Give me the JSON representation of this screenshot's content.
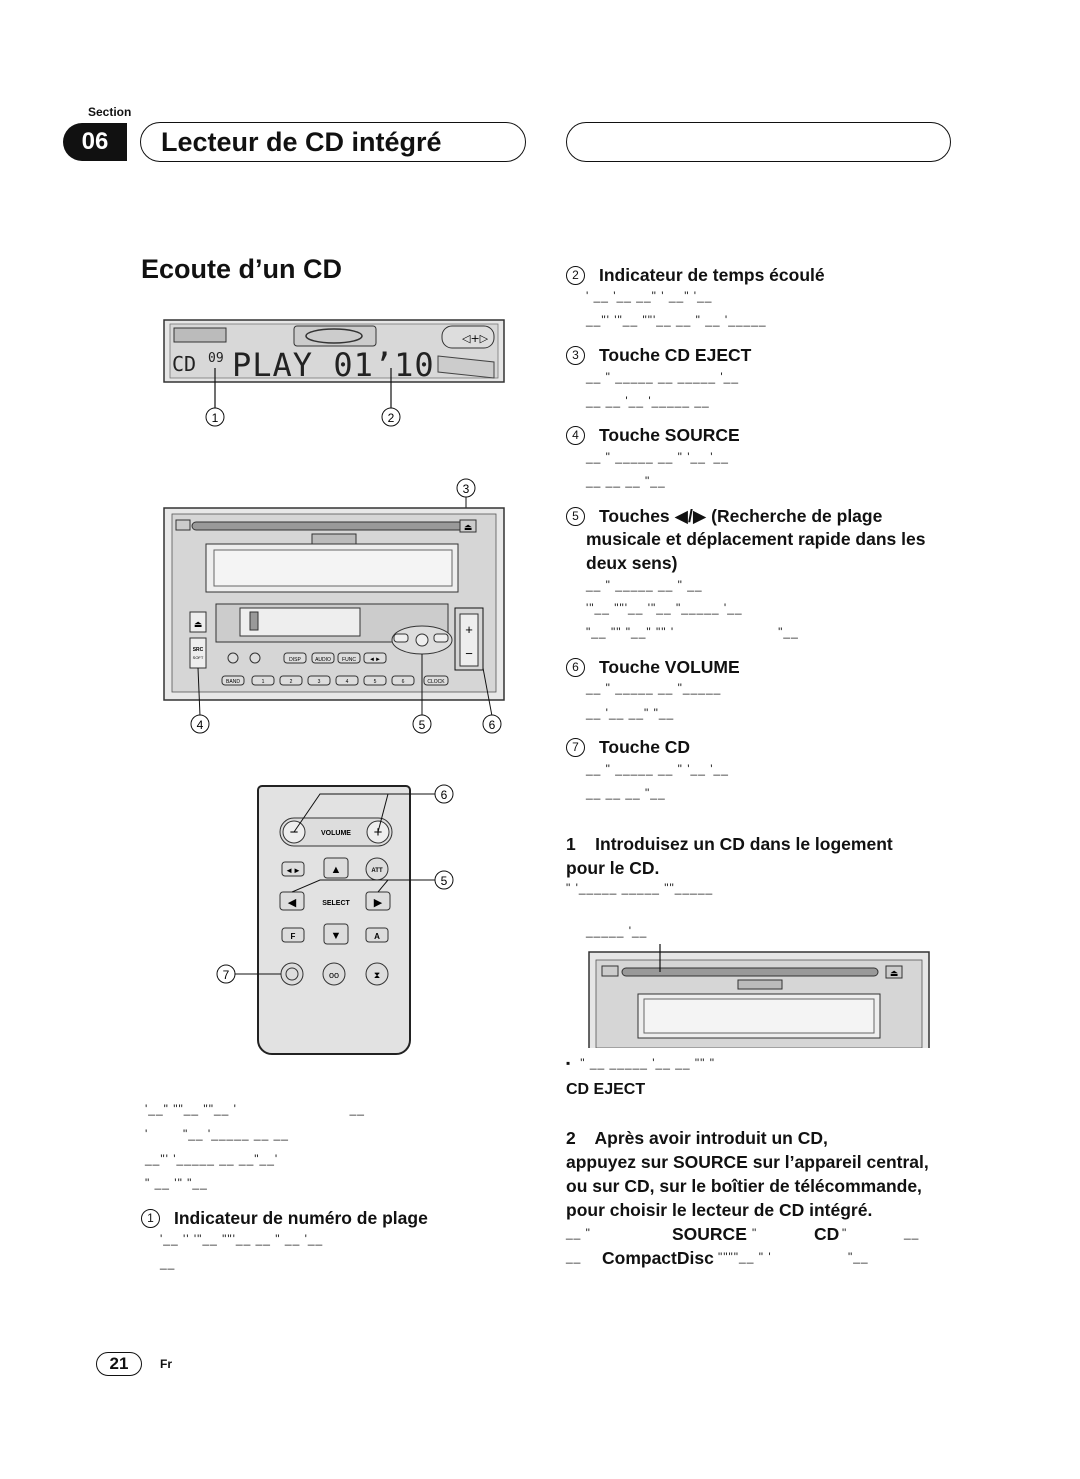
{
  "header": {
    "section_label": "Section",
    "section_number": "06",
    "title": "Lecteur de CD intégré"
  },
  "main_heading": "Ecoute d’un CD",
  "lcd": {
    "left_text": "CD",
    "track_small": "09",
    "play_text": "PLAY 01’10"
  },
  "diagram_callouts": {
    "c1": "1",
    "c2": "2",
    "c3": "3",
    "c4": "4",
    "c5": "5",
    "c6": "6",
    "c7": "7"
  },
  "head_unit_labels": {
    "src": "SRC",
    "soft": "SOFT",
    "disp": "DISP",
    "audio": "AUDIO",
    "func": "FUNC",
    "band": "BAND",
    "n1": "1",
    "n2": "2",
    "n3": "3",
    "n4": "4",
    "n5": "5",
    "n6": "6",
    "clock": "CLOCK"
  },
  "remote_labels": {
    "volume": "VOLUME",
    "select": "SELECT",
    "att": "ATT",
    "f": "F",
    "a": "A"
  },
  "left_column": {
    "garbled_lines": [
      "'__\" \"\"__ \"\"__ '                          __",
      "'        \"__ '_____ __ __",
      "__\"' '_____ __ __\"__'",
      "\" __ '\" \"__"
    ],
    "item1": {
      "num": "1",
      "title": "Indicateur de numéro de plage",
      "garbled": [
        "'__ '' '\"__ \"\"'__ __ \" __ '__",
        "__"
      ]
    }
  },
  "right_column": {
    "items": [
      {
        "num": "2",
        "title": "Indicateur de temps écoulé",
        "garbled": [
          "' __ '__ __\" ' __\" '__",
          "__\"' '\"__ \"\"'__ __ \" __ '_____"
        ]
      },
      {
        "num": "3",
        "title": "Touche CD EJECT",
        "garbled": [
          "__ \" _____ __ _____ '__",
          "__ __ '__ '_____ __"
        ]
      },
      {
        "num": "4",
        "title": "Touche SOURCE",
        "garbled": [
          "__ \" _____ __ \" '__ '__",
          "__ __ __ \"__"
        ]
      },
      {
        "num": "5",
        "title": "Touches ◀/▶ (Recherche de plage",
        "title2": "musicale et déplacement rapide dans les",
        "title3": "deux sens)",
        "garbled": [
          "__ \" _____ __ \" __",
          "'\"__ \"\"'__ '\"__ \"_____ '__",
          "\"__ \"\" \"__\" \"\" '                        \"__"
        ]
      },
      {
        "num": "6",
        "title": "Touche VOLUME",
        "garbled": [
          "__ \" _____ __ \"_____",
          "__ '__ __\" \"__"
        ]
      },
      {
        "num": "7",
        "title": "Touche CD",
        "garbled": [
          "__ \" _____ __ \" '__ '__",
          "__ __ __ \"__"
        ]
      }
    ],
    "step1": {
      "text": "1    Introduisez un CD dans le logement",
      "text2": "pour le CD.",
      "garbled": [
        "\" '_____ _____ \"\"_____",
        "_____ '__"
      ]
    },
    "note": {
      "bullet": "▪",
      "garbled": "\" __ _____ '__ __ \"\" \"",
      "bold": "CD EJECT"
    },
    "step2": {
      "line1": "2    Après avoir introduit un CD,",
      "line2": "appuyez sur SOURCE sur l’appareil central,",
      "line3": "ou sur CD, sur le boîtier de télécommande,",
      "line4": "pour choisir le lecteur de CD intégré.",
      "l5a": "__ \"",
      "l5b": "SOURCE",
      "l5c": "\"",
      "l5d": "CD",
      "l5e": "\"",
      "l5f": "__",
      "l6a": "__",
      "l6b": "CompactDisc",
      "l6c": "\"\"\"\"__ \" '",
      "l6d": "\"__"
    }
  },
  "footer": {
    "page": "21",
    "lang": "Fr"
  }
}
